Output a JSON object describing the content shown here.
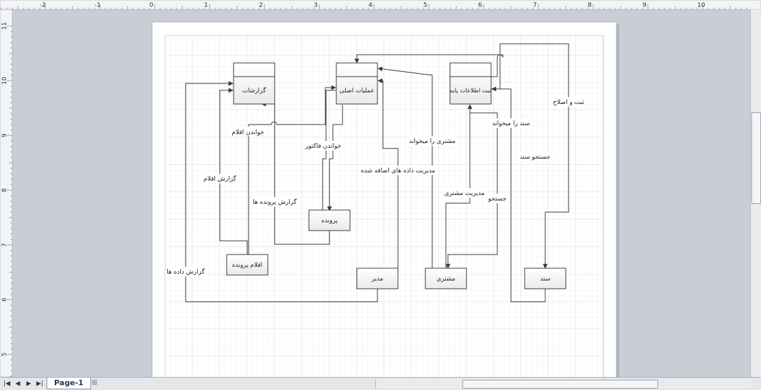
{
  "ruler": {
    "top_labels": [
      "-2",
      "-1",
      "0",
      "1",
      "2",
      "3",
      "4",
      "5",
      "6",
      "7",
      "8",
      "9",
      "10"
    ],
    "left_labels": [
      "11",
      "10",
      "9",
      "8",
      "7",
      "6",
      "5"
    ]
  },
  "nodes": {
    "reports": "گزارشات",
    "main_ops": "عملیات اصلی",
    "base_info": "ثبت اطلاعات پایه",
    "file": "پرونده",
    "file_items": "اقلام پرونده",
    "manager": "مدیر",
    "customer": "مشتری",
    "document": "سند"
  },
  "edges": {
    "read_items": "خواندن اقلام",
    "read_invoice": "خواندن فاکتور",
    "report_items": "گزارش اقلام",
    "report_files": "گزارش پرونده ها",
    "report_data": "گزارش داده ها",
    "customer_wants": "مشتری را میخواند",
    "manage_added_data": "مدیریت داده های اضافه شده",
    "manage_customer": "مدیریت مشتری",
    "search": "جستجو",
    "doc_wants": "سند را میخواند",
    "search_doc": "جستجو سند",
    "register_edit": "ثبت و اصلاح"
  },
  "footer": {
    "page_tab": "Page-1"
  },
  "colors": {
    "background": "#c9ced6",
    "page": "#ffffff",
    "grid": "#dcdcdc",
    "shape_fill": "#f7f7f7",
    "line": "#3a3a3a"
  }
}
